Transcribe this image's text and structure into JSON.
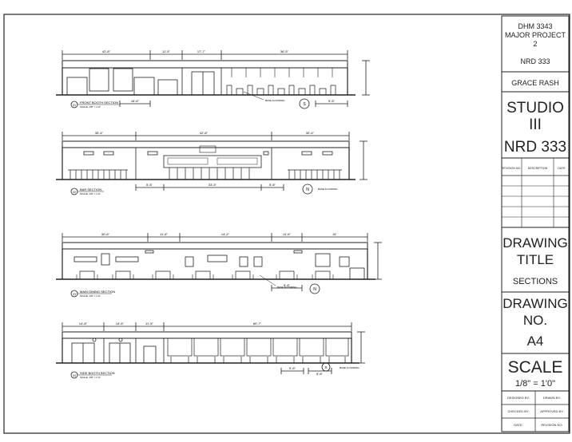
{
  "title_block": {
    "course": "DHM 3343",
    "project_line1": "MAJOR PROJECT",
    "project_line2": "2",
    "course_code": "NRD 333",
    "designer": "GRACE RASH",
    "studio_line1": "STUDIO",
    "studio_line2": "III",
    "studio_code": "NRD 333",
    "revision_headers": {
      "no": "REVISION NO.",
      "description": "DESCRIPTION",
      "date": "DATE"
    },
    "drawing_title_label_1": "DRAWING",
    "drawing_title_label_2": "TITLE",
    "drawing_title": "SECTIONS",
    "drawing_no_label_1": "DRAWING",
    "drawing_no_label_2": "NO.",
    "drawing_no": "A4",
    "scale_label": "SCALE",
    "scale_value": "1/8\" = 1'0\"",
    "designed_by": "DESIGNED BY:",
    "drawn_by": "DRAWN BY:",
    "checked_by": "CHECKED BY:",
    "approved_by": "APPROVED BY:",
    "date": "DATE:",
    "revision_no": "REVISION NO."
  },
  "sections": [
    {
      "label": "FRONT BOOTH SECTION",
      "scale": "SCALE: 1/8\" = 1'-0\"",
      "number": "01",
      "dims_top": [
        "42'-8\"",
        "11'-5\"",
        "17'-7\"",
        "36'-5\""
      ],
      "dims_bottom": [
        "18'-6\"",
        "9'-5\""
      ],
      "note": "BASE FLOORING",
      "north": "S"
    },
    {
      "label": "BAR SECTION",
      "scale": "SCALE: 1/8\" = 1'-0\"",
      "number": "02",
      "dims_top": [
        "35'-4\"",
        "42'-8\"",
        "30'-4\""
      ],
      "dims_bottom": [
        "5'-6\"",
        "33'-5\"",
        "5'-6\""
      ],
      "note": "BASE FLOORING",
      "north": "N"
    },
    {
      "label": "MAIN DINING SECTION",
      "scale": "SCALE: 1/8\" = 1'-0\"",
      "number": "03",
      "dims_top": [
        "30'-6\"",
        "11'-6\"",
        "14'-2\"",
        "11'-6\"",
        "31'"
      ],
      "dims_bottom": [
        "5'-6\""
      ],
      "note": "BASE FLOORING",
      "north": "N"
    },
    {
      "label": "SIDE BOOTH SECTION",
      "scale": "SCALE: 1/8\" = 1'-0\"",
      "number": "04",
      "dims_top": [
        "14'-8\"",
        "14'-6\"",
        "11'-5\"",
        "60'-7\""
      ],
      "dims_bottom": [
        "5'-6\"",
        "5'-6\""
      ],
      "note": "BASE FLOORING",
      "north": "S"
    }
  ]
}
